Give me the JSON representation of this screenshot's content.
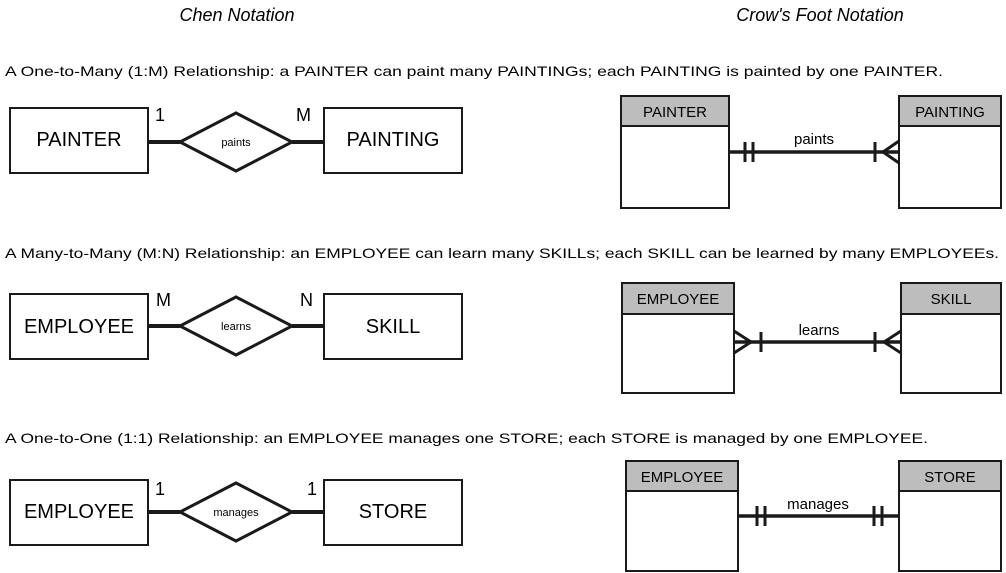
{
  "headings": {
    "chen": "Chen Notation",
    "crows_foot": "Crow's Foot Notation"
  },
  "colors": {
    "entity_header_fill": "#bdbdbd",
    "line": "#1a1a1a",
    "background": "#ffffff"
  },
  "sections": [
    {
      "description": "A One-to-Many (1:M) Relationship: a PAINTER can paint many PAINTINGs; each PAINTING is painted by one PAINTER.",
      "chen": {
        "left_entity": "PAINTER",
        "right_entity": "PAINTING",
        "relationship": "paints",
        "left_cardinality": "1",
        "right_cardinality": "M"
      },
      "crows_foot": {
        "left_entity": "PAINTER",
        "right_entity": "PAINTING",
        "relationship": "paints",
        "left_end": "one-and-only-one",
        "right_end": "one-or-many"
      }
    },
    {
      "description": "A Many-to-Many (M:N) Relationship: an EMPLOYEE can learn many SKILLs; each SKILL can be learned by many EMPLOYEEs.",
      "chen": {
        "left_entity": "EMPLOYEE",
        "right_entity": "SKILL",
        "relationship": "learns",
        "left_cardinality": "M",
        "right_cardinality": "N"
      },
      "crows_foot": {
        "left_entity": "EMPLOYEE",
        "right_entity": "SKILL",
        "relationship": "learns",
        "left_end": "one-or-many",
        "right_end": "one-or-many"
      }
    },
    {
      "description": "A One-to-One (1:1) Relationship: an EMPLOYEE manages one STORE; each STORE is managed by one EMPLOYEE.",
      "chen": {
        "left_entity": "EMPLOYEE",
        "right_entity": "STORE",
        "relationship": "manages",
        "left_cardinality": "1",
        "right_cardinality": "1"
      },
      "crows_foot": {
        "left_entity": "EMPLOYEE",
        "right_entity": "STORE",
        "relationship": "manages",
        "left_end": "one-and-only-one",
        "right_end": "one-and-only-one"
      }
    }
  ]
}
